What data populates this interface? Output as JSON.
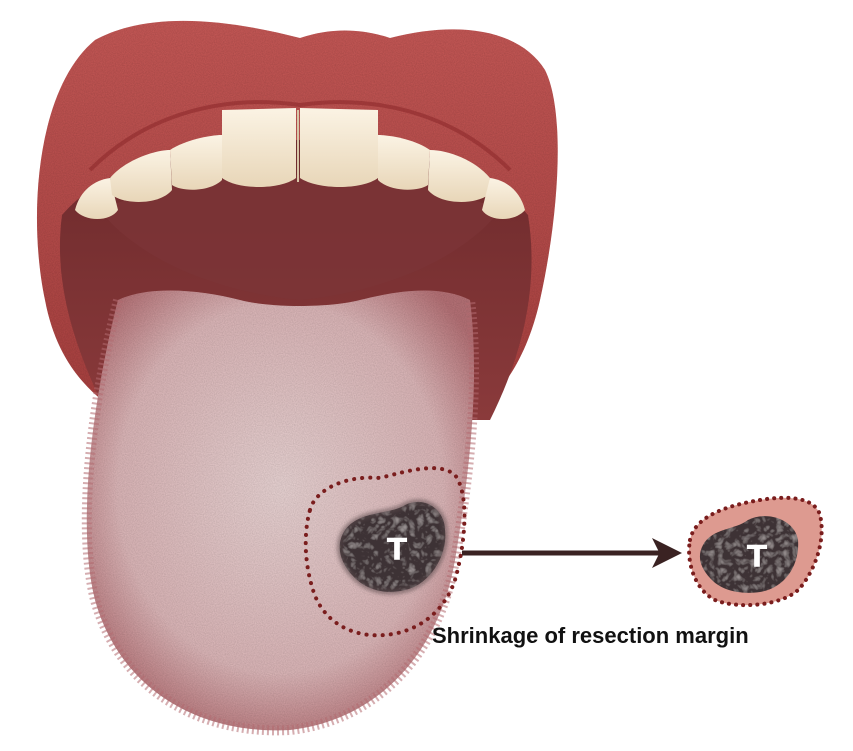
{
  "diagram": {
    "tumor_label_in_situ": "T",
    "tumor_label_specimen": "T",
    "caption": "Shrinkage of resection margin"
  },
  "colors": {
    "lip": "#c0504f",
    "lip_dark": "#8e2a2c",
    "mouth_cavity": "#7a3234",
    "teeth": "#f4e6cc",
    "tongue": "#e6c4c6",
    "tongue_edge": "#b36a70",
    "tumor": "#3d3234",
    "margin_dots": "#7a1d1d",
    "specimen_fill": "#d98f84",
    "arrow": "#3a2222"
  }
}
